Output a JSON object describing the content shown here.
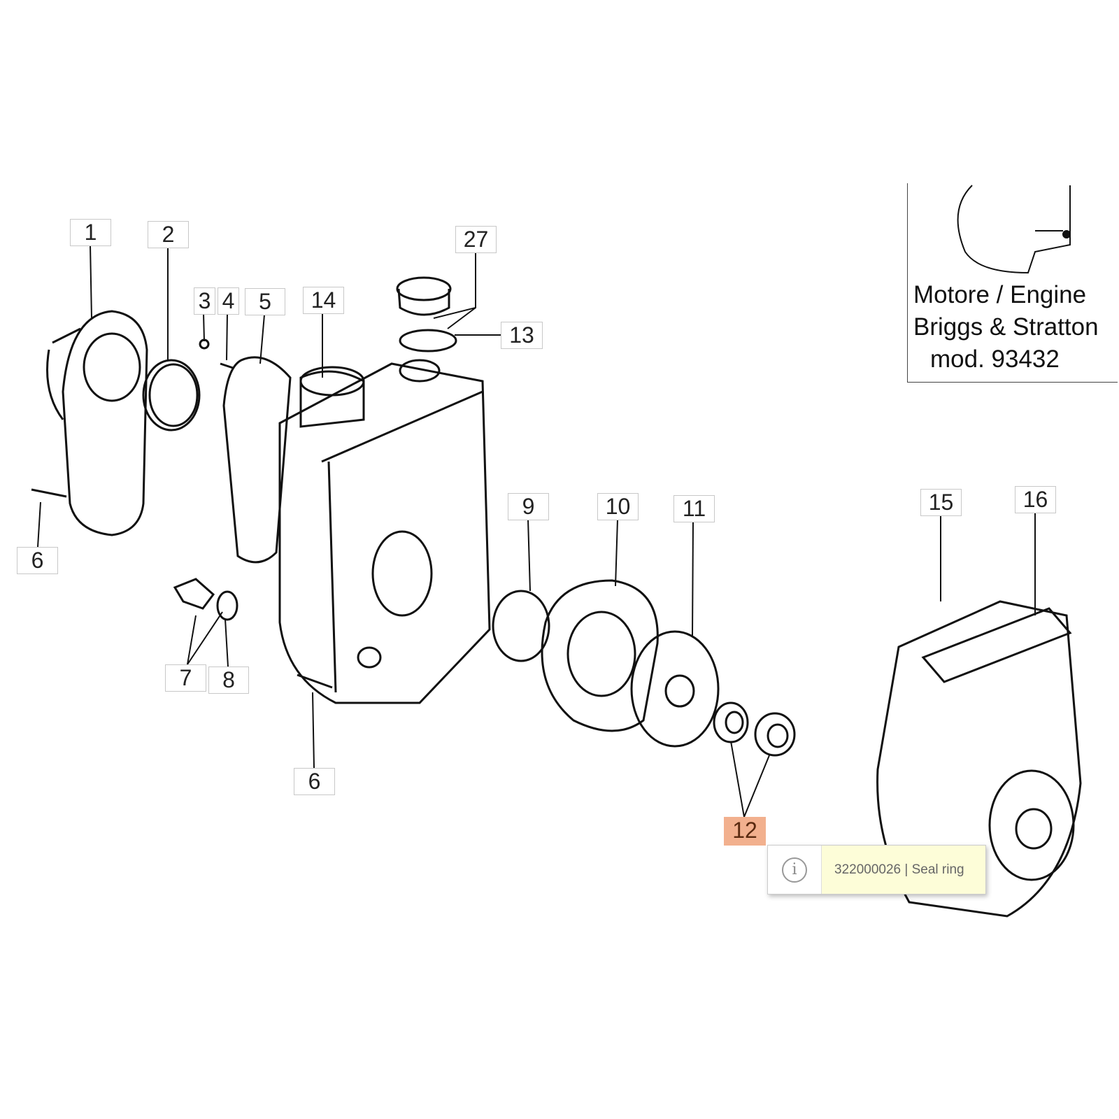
{
  "diagram": {
    "labels": [
      "1",
      "2",
      "3",
      "4",
      "5",
      "14",
      "27",
      "13",
      "6",
      "7",
      "8",
      "6",
      "9",
      "10",
      "11",
      "15",
      "16",
      "12"
    ],
    "highlighted_label": "12",
    "highlight_color": "#f2b08e"
  },
  "engine_note": {
    "line1": "Motore / Engine",
    "line2": "Briggs & Stratton",
    "line3": "mod. 93432"
  },
  "tooltip": {
    "icon": "info-icon",
    "text": "322000026 | Seal ring"
  }
}
